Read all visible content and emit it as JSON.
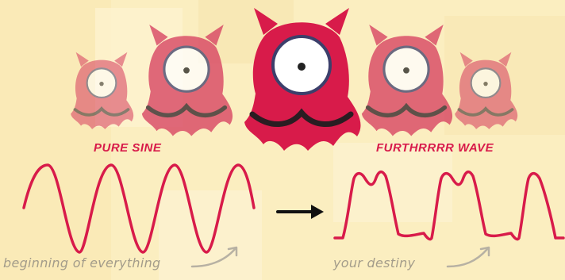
{
  "labels": {
    "left_title": "PURE SINE",
    "right_title": "FURTHRRRR WAVE",
    "left_caption": "beginning of everything",
    "right_caption": "your destiny"
  },
  "colors": {
    "background": "#fbeec0",
    "accent": "#d81b4a",
    "caption": "#a39c8a",
    "arrow": "#111111"
  },
  "icons": {
    "monster": "cyclops-monster-icon",
    "arrow": "right-arrow-icon",
    "curved_arrow": "curved-arrow-icon"
  }
}
